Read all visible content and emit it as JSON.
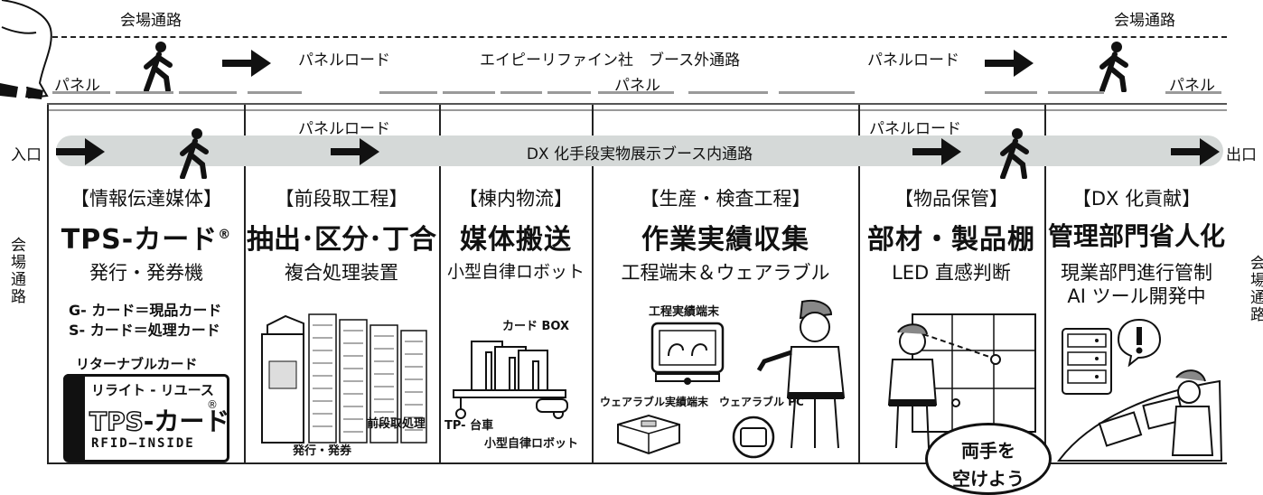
{
  "aisle_labels": {
    "top_left": "会場通路",
    "top_right": "会場通路",
    "left_vertical": "会場通路",
    "right_vertical": "会場通路"
  },
  "outer_aisle": {
    "panel_road_left": "パネルロード",
    "center": "エイピーリファイン社　ブース外通路",
    "panel_road_right": "パネルロード"
  },
  "panel_labels": {
    "left": "パネル",
    "center": "パネル",
    "right": "パネル"
  },
  "inner_aisle": {
    "panel_road_left": "パネルロード",
    "panel_road_right": "パネルロード",
    "corridor": "DX 化手段実物展示ブース内通路",
    "entrance": "入口",
    "exit": "出口"
  },
  "columns": [
    {
      "title": "【情報伝達媒体】",
      "main": "TPS-カード",
      "main_mark": "®",
      "sub": "発行・発券機",
      "notes": [
        "G- カード＝現品カード",
        "S- カード＝処理カード"
      ],
      "card_caption": "リターナブルカード",
      "card_line1": "リライト - リユース",
      "card_logo_a": "TPS",
      "card_logo_b": "-カード",
      "card_mark": "®",
      "card_line3": "RFID―INSIDE"
    },
    {
      "title": "【前段取工程】",
      "main": "抽出･区分･丁合",
      "sub": "複合処理装置",
      "caption_a": "前段取処理",
      "caption_b": "発行・発券"
    },
    {
      "title": "【棟内物流】",
      "main": "媒体搬送",
      "sub": "小型自律ロボット",
      "caption_box": "カード BOX",
      "caption_cart": "TP- 台車",
      "caption_robot": "小型自律ロボット"
    },
    {
      "title": "【生産・検査工程】",
      "main": "作業実績収集",
      "sub": "工程端末＆ウェアラブル",
      "caption_terminal": "工程実績端末",
      "caption_wearable": "ウェアラブル実績端末",
      "caption_pc": "ウェアラブル PC"
    },
    {
      "title": "【物品保管】",
      "main": "部材・製品棚",
      "sub": "LED 直感判断",
      "badge_line1": "両手を",
      "badge_line2": "空けよう"
    },
    {
      "title": "【DX 化貢献】",
      "main": "管理部門省人化",
      "sub": "現業部門進行管制",
      "sub2": "AI ツール開発中"
    }
  ],
  "colors": {
    "ink": "#111111",
    "corridor": "#d5d9d8",
    "panel": "#9a9a9a",
    "background": "#ffffff"
  },
  "icons": [
    "walking-person-icon",
    "right-arrow-icon",
    "exclamation-icon"
  ]
}
